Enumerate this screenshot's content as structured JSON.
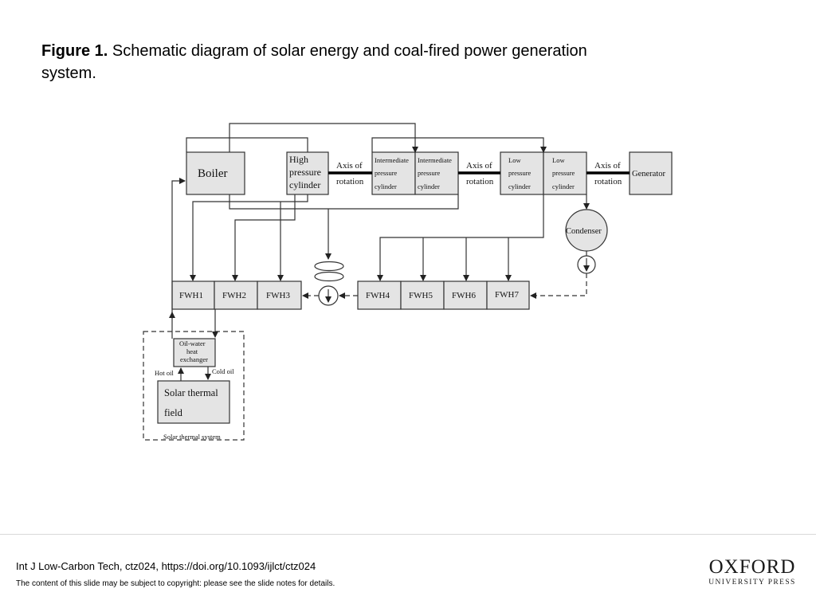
{
  "caption": {
    "label": "Figure 1.",
    "text": " Schematic diagram of solar energy and coal-fired power generation system."
  },
  "diagram": {
    "boiler": "Boiler",
    "hp": [
      "High",
      "pressure",
      "cylinder"
    ],
    "ip1": [
      "Intermediate",
      "pressure",
      "cylinder"
    ],
    "ip2": [
      "Intermediate",
      "pressure",
      "cylinder"
    ],
    "lp1": [
      "Low",
      "pressure",
      "cylinder"
    ],
    "lp2": [
      "Low",
      "pressure",
      "cylinder"
    ],
    "axis": [
      "Axis of",
      "rotation"
    ],
    "generator": "Generator",
    "condenser": "Condenser",
    "fwh": [
      "FWH1",
      "FWH2",
      "FWH3",
      "FWH4",
      "FWH5",
      "FWH6",
      "FWH7"
    ],
    "exchanger": [
      "Oil-water",
      "heat",
      "exchanger"
    ],
    "hot_oil": "Hot oil",
    "cold_oil": "Cold oil",
    "solar_field": [
      "Solar thermal",
      "field"
    ],
    "solar_system": "Solar thermal system"
  },
  "footer": {
    "citation": "Int J Low-Carbon Tech, ctz024, https://doi.org/10.1093/ijlct/ctz024",
    "copyright": "The content of this slide may be subject to copyright: please see the slide notes for details.",
    "logo_top": "OXFORD",
    "logo_bottom": "UNIVERSITY PRESS"
  }
}
